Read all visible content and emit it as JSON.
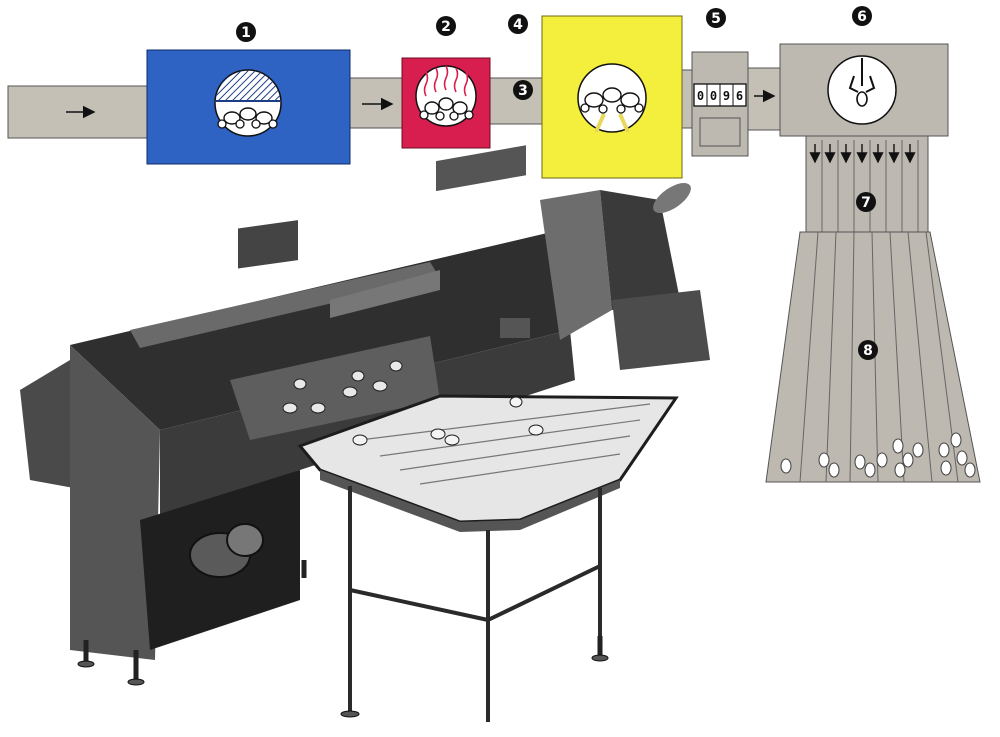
{
  "colors": {
    "belt": "#c4c0b6",
    "blue_station": "#2e63c4",
    "red_station": "#d81e4e",
    "yellow_station": "#f4ef3c",
    "grey_station": "#bdb9b1",
    "marker": "#111111",
    "machine": "#3c3c3c"
  },
  "steps": [
    {
      "label": "1",
      "icon": "blue-treatment-station-icon"
    },
    {
      "label": "2",
      "icon": "heating-station-icon"
    },
    {
      "label": "3",
      "icon": "conveyor-arrow-icon"
    },
    {
      "label": "4",
      "icon": "yellow-inspection-station-icon"
    },
    {
      "label": "5",
      "icon": "egg-counter-icon"
    },
    {
      "label": "6",
      "icon": "weighing-scale-icon"
    },
    {
      "label": "7",
      "icon": "sorting-lanes-icon"
    },
    {
      "label": "8",
      "icon": "collection-tray-icon"
    }
  ],
  "counter": {
    "digits": [
      "0",
      "0",
      "9",
      "6"
    ]
  },
  "photo": {
    "icon": "egg-grading-machine-icon"
  }
}
